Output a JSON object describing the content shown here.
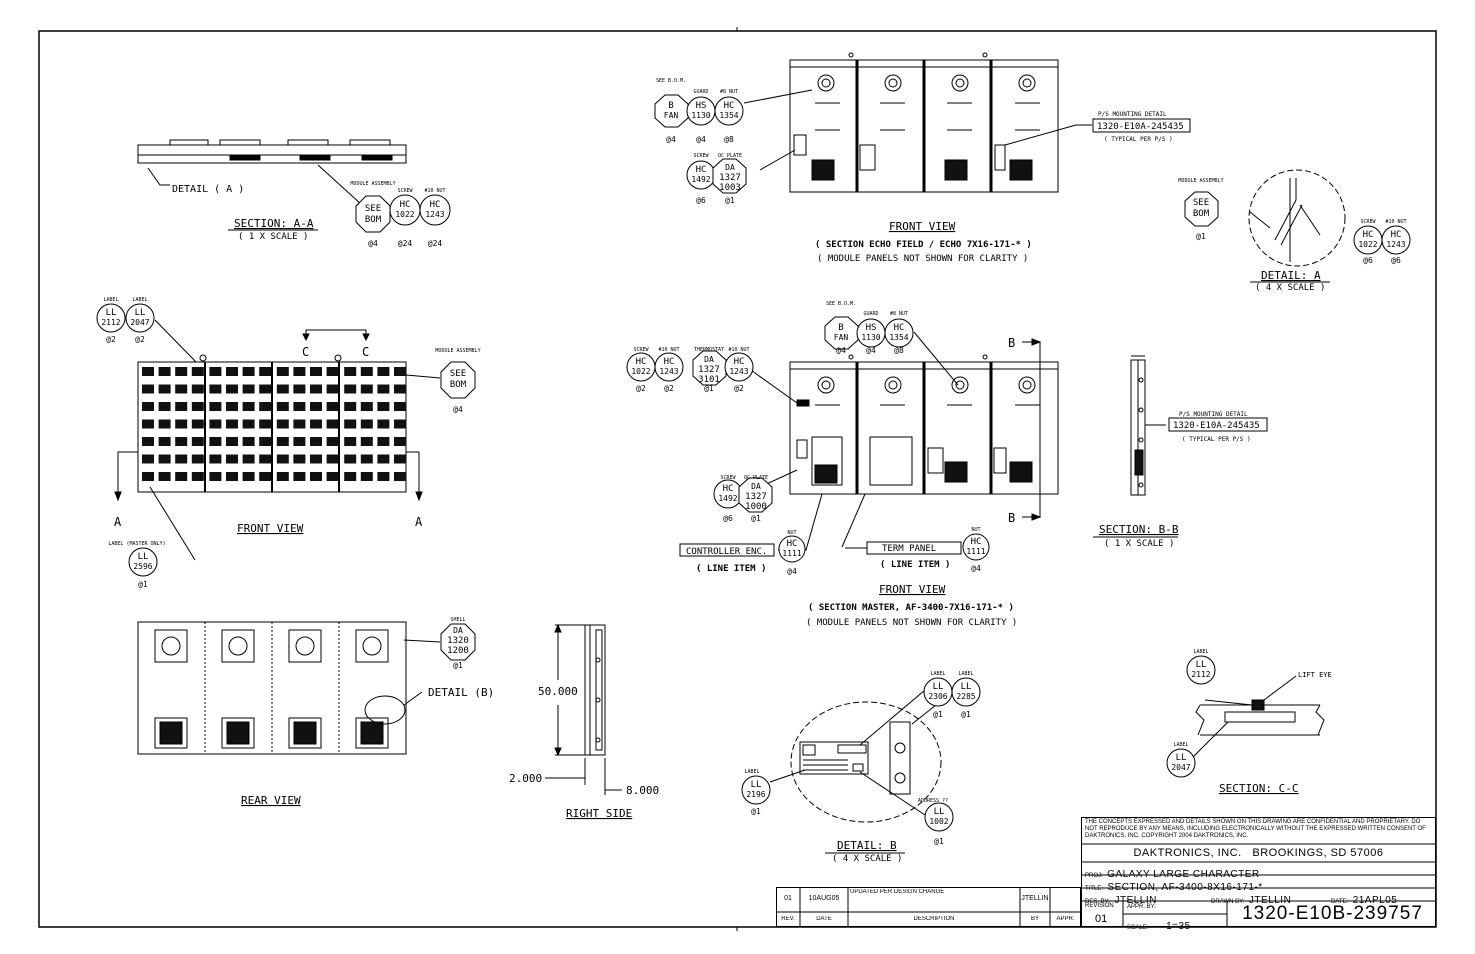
{
  "views": {
    "section_aa": {
      "title": "SECTION: A-A",
      "scale": "( 1 X SCALE )",
      "detail_callout": "DETAIL ( A )"
    },
    "front_view_left": {
      "title": "FRONT VIEW",
      "section_mark": "A",
      "c_mark": "C"
    },
    "rear_view": {
      "title": "REAR VIEW",
      "detail_callout": "DETAIL (B)"
    },
    "right_side": {
      "title": "RIGHT SIDE",
      "dim_height": "50.000",
      "dim_left": "2.000",
      "dim_right": "8.000"
    },
    "front_view_echo": {
      "title": "FRONT VIEW",
      "subtitle": "( SECTION ECHO FIELD / ECHO 7X16-171-* )",
      "note": "( MODULE PANELS NOT SHOWN FOR CLARITY )",
      "ps_label": "P/S MOUNTING DETAIL",
      "ps_number": "1320-E10A-245435",
      "ps_note": "( TYPICAL PER P/S )"
    },
    "front_view_master": {
      "title": "FRONT VIEW",
      "subtitle": "( SECTION MASTER, AF-3400-7X16-171-* )",
      "note": "( MODULE PANELS NOT SHOWN FOR CLARITY )",
      "controller": "CONTROLLER ENC.",
      "term_panel": "TERM PANEL",
      "line_item": "( LINE ITEM )",
      "b_mark": "B"
    },
    "detail_a": {
      "title": "DETAIL: A",
      "scale": "( 4 X SCALE )"
    },
    "section_bb": {
      "title": "SECTION: B-B",
      "scale": "( 1 X SCALE )",
      "ps_label": "P/S MOUNTING DETAIL",
      "ps_number": "1320-E10A-245435",
      "ps_note": "( TYPICAL PER P/S )"
    },
    "detail_b": {
      "title": "DETAIL: B",
      "scale": "( 4 X SCALE )",
      "address": "ADDRESS ??"
    },
    "section_cc": {
      "title": "SECTION: C-C",
      "lift_eye": "LIFT EYE"
    }
  },
  "balloons": [
    {
      "label": "MODULE ASSEMBLY",
      "l1": "SEE",
      "l2": "BOM",
      "qty": "@4"
    },
    {
      "label": "SCREW",
      "l1": "HC",
      "l2": "1022",
      "qty": "@24"
    },
    {
      "label": "#10 NUT",
      "l1": "HC",
      "l2": "1243",
      "qty": "@24"
    },
    {
      "label": "LABEL",
      "l1": "LL",
      "l2": "2112",
      "qty": "@2"
    },
    {
      "label": "LABEL",
      "l1": "LL",
      "l2": "2047",
      "qty": "@2"
    },
    {
      "label": "MODULE ASSEMBLY",
      "l1": "SEE",
      "l2": "BOM",
      "qty": "@4"
    },
    {
      "label": "LABEL (MASTER ONLY)",
      "l1": "LL",
      "l2": "2596",
      "qty": "@1"
    },
    {
      "label": "SHELL",
      "l1": "DA",
      "l2": "1320",
      "l3": "1200",
      "qty": "@1"
    },
    {
      "label": "SEE B.O.M.",
      "l1": "B",
      "l2": "FAN",
      "qty": "@4"
    },
    {
      "label": "GUARD",
      "l1": "HS",
      "l2": "1130",
      "qty": "@4"
    },
    {
      "label": "#8 NUT",
      "l1": "HC",
      "l2": "1354",
      "qty": "@8"
    },
    {
      "label": "SCREW",
      "l1": "HC",
      "l2": "1492",
      "qty": "@6"
    },
    {
      "label": "QC PLATE",
      "l1": "DA",
      "l2": "1327",
      "l3": "1003",
      "qty": "@1"
    },
    {
      "label": "SEE B.O.M.",
      "l1": "B",
      "l2": "FAN",
      "qty": "@4"
    },
    {
      "label": "GUARD",
      "l1": "HS",
      "l2": "1130",
      "qty": "@4"
    },
    {
      "label": "#8 NUT",
      "l1": "HC",
      "l2": "1354",
      "qty": "@8"
    },
    {
      "label": "SCREW",
      "l1": "HC",
      "l2": "1022",
      "qty": "@2"
    },
    {
      "label": "#10 NUT",
      "l1": "HC",
      "l2": "1243",
      "qty": "@2"
    },
    {
      "label": "THERMOSTAT",
      "l1": "DA",
      "l2": "1327",
      "l3": "3101",
      "qty": "@1"
    },
    {
      "label": "#10 NUT",
      "l1": "HC",
      "l2": "1243",
      "qty": "@2"
    },
    {
      "label": "SCREW",
      "l1": "HC",
      "l2": "1492",
      "qty": "@6"
    },
    {
      "label": "QC PLATE",
      "l1": "DA",
      "l2": "1327",
      "l3": "1000",
      "qty": "@1"
    },
    {
      "label": "NUT",
      "l1": "HC",
      "l2": "1111",
      "qty": "@4"
    },
    {
      "label": "NUT",
      "l1": "HC",
      "l2": "1111",
      "qty": "@4"
    },
    {
      "label": "MODULE ASSEMBLY",
      "l1": "SEE",
      "l2": "BOM",
      "qty": "@1"
    },
    {
      "label": "SCREW",
      "l1": "HC",
      "l2": "1022",
      "qty": "@6"
    },
    {
      "label": "#10 NUT",
      "l1": "HC",
      "l2": "1243",
      "qty": "@6"
    },
    {
      "label": "LABEL",
      "l1": "LL",
      "l2": "2306",
      "qty": "@1"
    },
    {
      "label": "LABEL",
      "l1": "LL",
      "l2": "2285",
      "qty": "@1"
    },
    {
      "label": "LABEL",
      "l1": "LL",
      "l2": "2196",
      "qty": "@1"
    },
    {
      "label": "ADDRESS ??",
      "l1": "LL",
      "l2": "1002",
      "qty": "@1"
    },
    {
      "label": "LABEL",
      "l1": "LL",
      "l2": "2112",
      "qty": ""
    },
    {
      "label": "LABEL",
      "l1": "LL",
      "l2": "2047",
      "qty": ""
    }
  ],
  "title_block": {
    "notice": "THE CONCEPTS EXPRESSED AND DETAILS SHOWN ON THIS DRAWING ARE CONFIDENTIAL AND PROPRIETARY. DO NOT REPRODUCE BY ANY MEANS, INCLUDING ELECTRONICALLY WITHOUT THE EXPRESSED WRITTEN CONSENT OF DAKTRONICS, INC.",
    "copyright": "COPYRIGHT 2004 DAKTRONICS, INC.",
    "company": "DAKTRONICS, INC.",
    "location": "BROOKINGS, SD 57006",
    "proj_label": "PROJ:",
    "proj": "GALAXY LARGE CHARACTER",
    "title_label": "TITLE:",
    "title": "SECTION, AF-3400-8X16-171-*",
    "des_label": "DES. BY:",
    "des": "JTELLIN",
    "drawn_label": "DRAWN BY:",
    "drawn": "JTELLIN",
    "date_label": "DATE:",
    "date": "21APL05",
    "revision_label": "REVISION",
    "revision": "01",
    "appr_label": "APPR. BY:",
    "scale_label": "SCALE:",
    "scale": "1=35",
    "drawing_number": "1320-E10B-239757"
  },
  "revision_block": {
    "rev": "01",
    "date": "10AUG05",
    "description": "UPDATED PER DESIGN CHANGE",
    "by": "JTELLIN",
    "headers": {
      "rev": "REV.",
      "date": "DATE",
      "description": "DESCRIPTION",
      "by": "BY",
      "appr": "APPR."
    }
  }
}
